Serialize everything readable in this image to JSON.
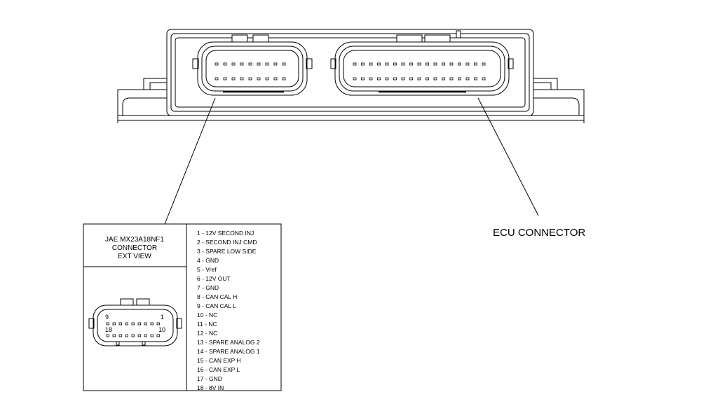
{
  "callout": {
    "label": "ECU CONNECTOR"
  },
  "connector_box": {
    "title_lines": [
      "JAE MX23A18NF1",
      "CONNECTOR",
      "EXT VIEW"
    ],
    "pin_labels": {
      "top_left": "9",
      "top_right": "1",
      "bottom_left": "18",
      "bottom_right": "10"
    },
    "pinout": [
      "1 - 12V SECOND INJ",
      "2 - SECOND INJ CMD",
      "3 - SPARE LOW SIDE",
      "4 - GND",
      "5 - Vref",
      "6 - 12V OUT",
      "7 - GND",
      "8 - CAN CAL H",
      "9 - CAN CAL L",
      "10 - NC",
      "11 - NC",
      "12 - NC",
      "13 - SPARE ANALOG 2",
      "14 - SPARE ANALOG 1",
      "15 - CAN EXP H",
      "16 - CAN EXP L",
      "17 - GND",
      "18 - 8V IN"
    ]
  },
  "colors": {
    "line": "#000000",
    "background": "#ffffff"
  }
}
